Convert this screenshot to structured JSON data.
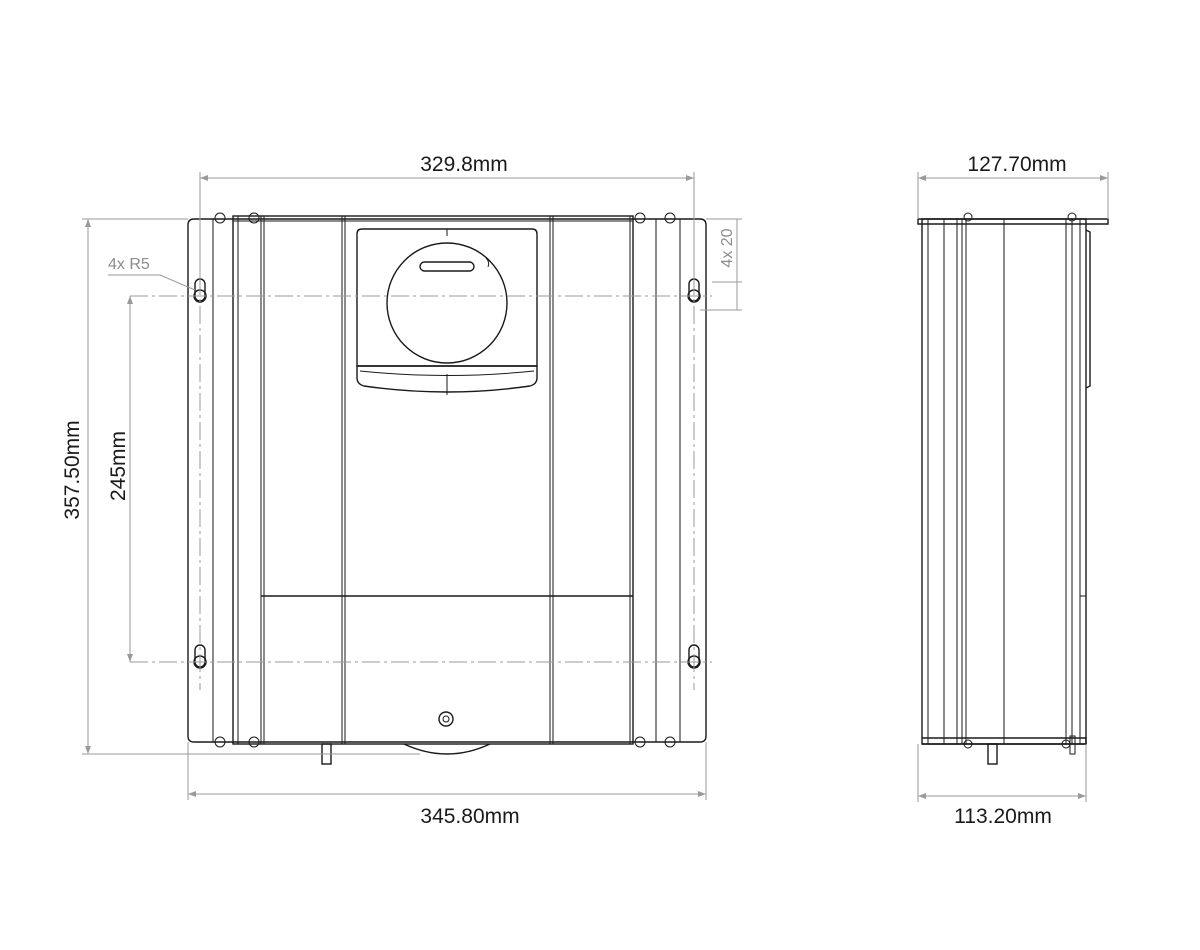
{
  "dimensions": {
    "top_width": "329.8mm",
    "bottom_width": "345.80mm",
    "overall_height": "357.50mm",
    "hole_spacing": "245mm",
    "side_depth_top": "127.70mm",
    "side_depth_bottom": "113.20mm"
  },
  "notes": {
    "hole_radius": "4x R5",
    "hole_offset": "4x 20"
  },
  "colors": {
    "outline": "#1a1a1a",
    "dimension_line": "#9a9a9a",
    "note_text": "#8c8c8c"
  }
}
